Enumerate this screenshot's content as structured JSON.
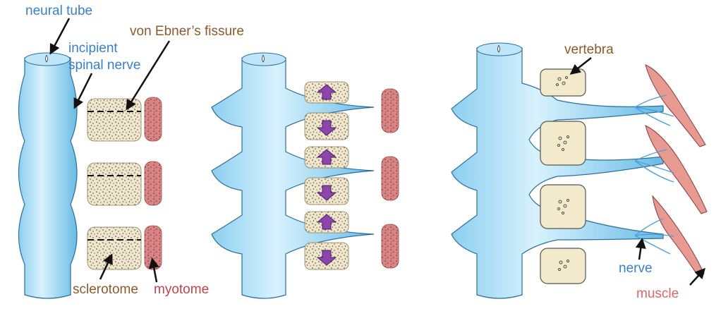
{
  "labels": {
    "neural_tube": "neural tube",
    "incipient_line1": "incipient",
    "incipient_line2": "spinal nerve",
    "von_ebner": "von Ebner’s fissure",
    "sclerotome": "sclerotome",
    "myotome": "myotome",
    "vertebra": "vertebra",
    "nerve": "nerve",
    "muscle": "muscle"
  },
  "colors": {
    "neural_tube_fill": "#7fc8ee",
    "neural_tube_light": "#cfeefc",
    "sclerotome_fill": "#ede2c4",
    "myotome_fill": "#d98585",
    "vertebra_fill": "#f2eacb",
    "arrow_fill": "#8e44ad",
    "muscle_fill": "#e79a92",
    "label_blue": "#3a80c8",
    "label_brown": "#8a5a2b",
    "label_red": "#c0444c",
    "label_pink": "#e06466"
  },
  "icons": [
    "neural-tube-shape",
    "sclerotome-block",
    "myotome-block",
    "vertebra-block",
    "migration-arrow",
    "muscle-shape"
  ]
}
